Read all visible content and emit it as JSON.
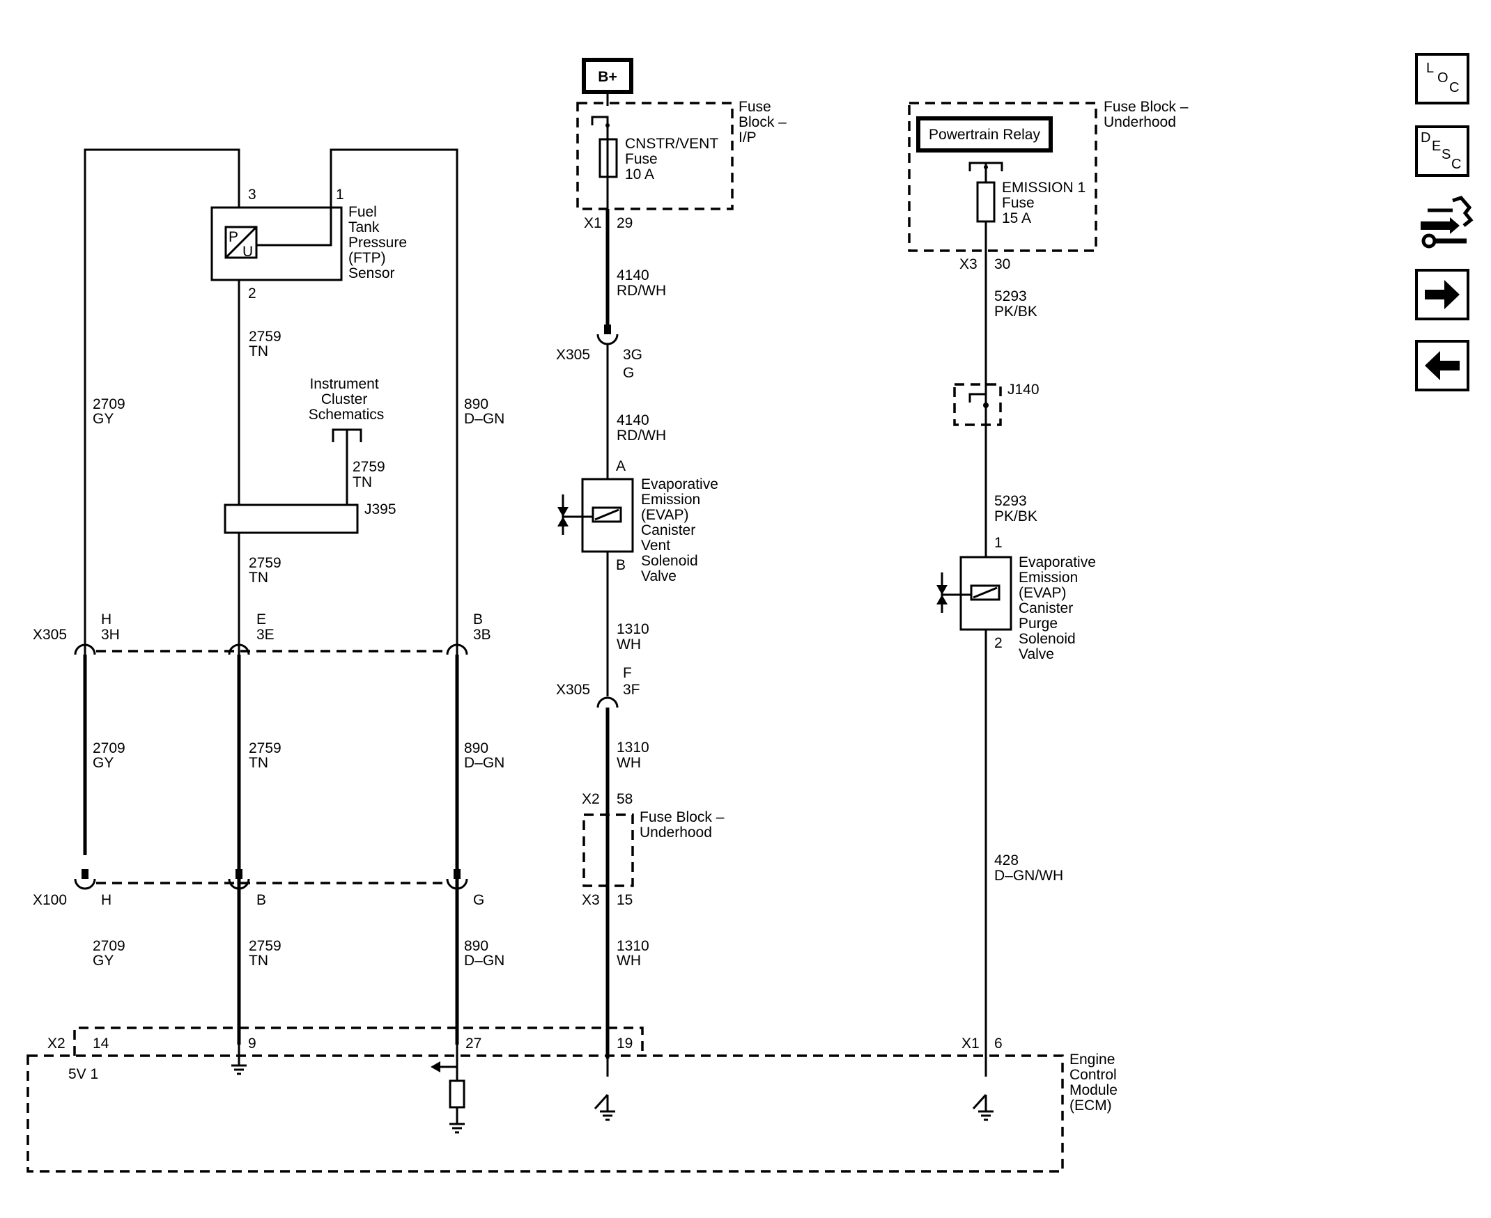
{
  "power": {
    "source": "B+"
  },
  "fuse_ip": {
    "block_label": [
      "Fuse",
      "Block –",
      "I/P"
    ],
    "fuse_label": [
      "CNSTR/VENT",
      "Fuse",
      "10 A"
    ],
    "connector": "X1",
    "pin": "29"
  },
  "fuse_underhood_top": {
    "block_label": [
      "Fuse Block –",
      "Underhood"
    ],
    "relay_label": "Powertrain Relay",
    "fuse_label": [
      "EMISSION 1",
      "Fuse",
      "15 A"
    ],
    "connector": "X3",
    "pin": "30"
  },
  "ftp_sensor": {
    "label": [
      "Fuel",
      "Tank",
      "Pressure",
      "(FTP)",
      "Sensor"
    ],
    "pin_top_left": "3",
    "pin_top_right": "1",
    "pin_bottom": "2",
    "symbol_p": "P",
    "symbol_u": "U"
  },
  "instrument_cluster": {
    "label": [
      "Instrument",
      "Cluster",
      "Schematics"
    ]
  },
  "splice_j395": "J395",
  "splice_j140": "J140",
  "wires": {
    "w2709": [
      "2709",
      "GY"
    ],
    "w2759": [
      "2759",
      "TN"
    ],
    "w890": [
      "890",
      "D–GN"
    ],
    "w4140": [
      "4140",
      "RD/WH"
    ],
    "w1310": [
      "1310",
      "WH"
    ],
    "w5293": [
      "5293",
      "PK/BK"
    ],
    "w428": [
      "428",
      "D–GN/WH"
    ]
  },
  "x305_left": {
    "connector": "X305",
    "pins": [
      [
        "H",
        "3H"
      ],
      [
        "E",
        "3E"
      ],
      [
        "B",
        "3B"
      ]
    ]
  },
  "x305_mid_upper": {
    "connector": "X305",
    "pins": [
      "3G",
      "G"
    ]
  },
  "x305_mid_lower": {
    "connector": "X305",
    "pins": [
      "F",
      "3F"
    ]
  },
  "x100": {
    "connector": "X100",
    "pins": [
      "H",
      "B",
      "G"
    ]
  },
  "vent_solenoid": {
    "label": [
      "Evaporative",
      "Emission",
      "(EVAP)",
      "Canister",
      "Vent",
      "Solenoid",
      "Valve"
    ],
    "pin_top": "A",
    "pin_bottom": "B"
  },
  "fuse_underhood_mid": {
    "label": [
      "Fuse Block –",
      "Underhood"
    ],
    "top_connector": "X2",
    "top_pin": "58",
    "bottom_connector": "X3",
    "bottom_pin": "15"
  },
  "purge_solenoid": {
    "label": [
      "Evaporative",
      "Emission",
      "(EVAP)",
      "Canister",
      "Purge",
      "Solenoid",
      "Valve"
    ],
    "pin_top": "1",
    "pin_bottom": "2"
  },
  "ecm": {
    "label": [
      "Engine",
      "Control",
      "Module",
      "(ECM)"
    ],
    "connector_x2": "X2",
    "pins_x2": [
      "14",
      "9",
      "27",
      "19"
    ],
    "connector_x1": "X1",
    "pin_x1": "6",
    "ref_label": "5V 1"
  },
  "nav": {
    "loc": [
      "L",
      "O",
      "C"
    ],
    "desc": [
      "D",
      "E",
      "S",
      "C"
    ]
  }
}
